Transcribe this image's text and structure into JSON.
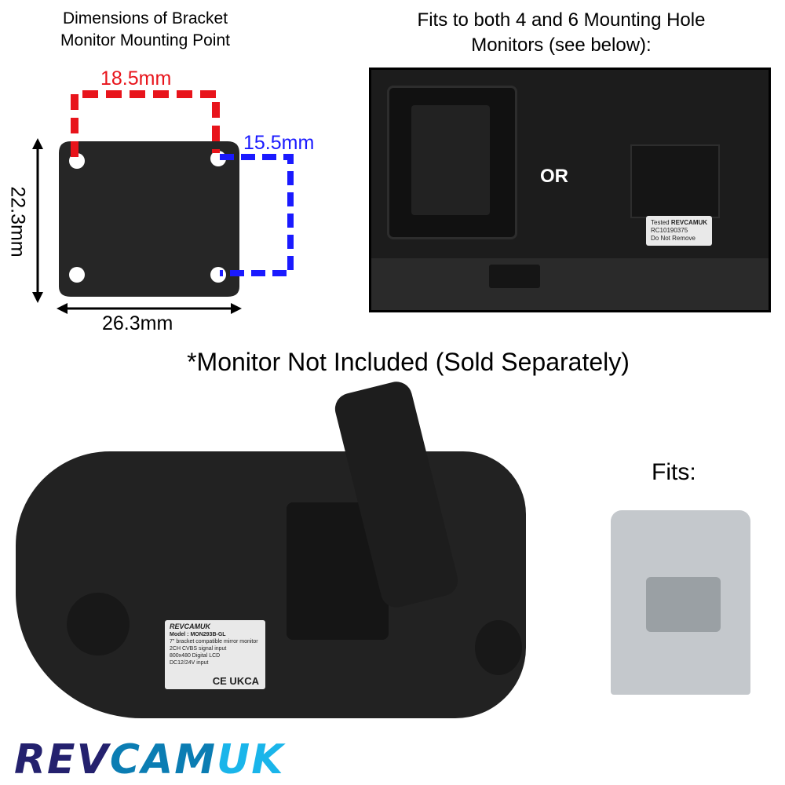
{
  "left_title": {
    "line1": "Dimensions of Bracket",
    "line2": "Monitor Mounting Point"
  },
  "right_title": {
    "line1": "Fits to both 4 and 6 Mounting Hole",
    "line2": "Monitors (see below):"
  },
  "dimensions": {
    "top": "18.5mm",
    "right": "15.5mm",
    "left": "22.3mm",
    "bottom": "26.3mm"
  },
  "colors": {
    "top_dim": "#e8141b",
    "right_dim": "#1a1aff",
    "logo_rev": "#24216e",
    "logo_cam": "#0b7db3",
    "logo_uk": "#1ab5ea"
  },
  "photo_top": {
    "or_label": "OR",
    "sticker": {
      "line1": "Tested",
      "brand": "REVCAMUK",
      "serial": "RC10190375",
      "line3": "Do Not Remove"
    }
  },
  "notice": "*Monitor Not Included (Sold Separately)",
  "monitor_label": {
    "brand": "REVCAMUK",
    "model": "Model : MON293B-GL",
    "lines": [
      "7\" bracket compatible mirror monitor",
      "2CH CVBS signal input",
      "800x480 Digital LCD",
      "DC12/24V input"
    ],
    "marks": "CE UKCA"
  },
  "fits_label": "Fits:",
  "logo": {
    "rev": "REV",
    "cam": "CAM",
    "uk": "UK"
  }
}
